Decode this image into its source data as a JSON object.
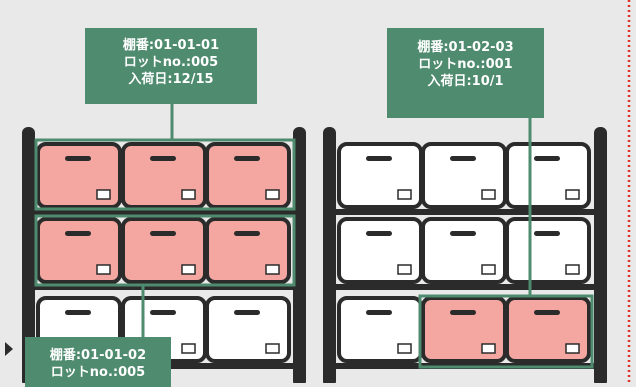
{
  "colors": {
    "background": "#e9e9e9",
    "shelf_frame": "#2b2b2b",
    "box_empty": "#ffffff",
    "box_highlight": "#f4a6a0",
    "label_bg": "#4f8b6e",
    "highlight_outline": "#4f8b6e",
    "dotted_border": "#e0302a"
  },
  "labels": {
    "a": {
      "line1": "棚番:01-01-01",
      "line2": "ロットno.:005",
      "line3": "入荷日:12/15"
    },
    "b": {
      "line1": "棚番:01-02-03",
      "line2": "ロットno.:001",
      "line3": "入荷日:10/1"
    },
    "c": {
      "line1": "棚番:01-01-02",
      "line2": "ロットno.:005"
    }
  },
  "shelves": [
    {
      "name": "shelf-left",
      "rows": [
        [
          "highlight",
          "highlight",
          "highlight"
        ],
        [
          "highlight",
          "highlight",
          "highlight"
        ],
        [
          "empty",
          "empty",
          "empty"
        ]
      ]
    },
    {
      "name": "shelf-right",
      "rows": [
        [
          "empty",
          "empty",
          "empty"
        ],
        [
          "empty",
          "empty",
          "empty"
        ],
        [
          "empty",
          "highlight",
          "highlight"
        ]
      ]
    }
  ]
}
